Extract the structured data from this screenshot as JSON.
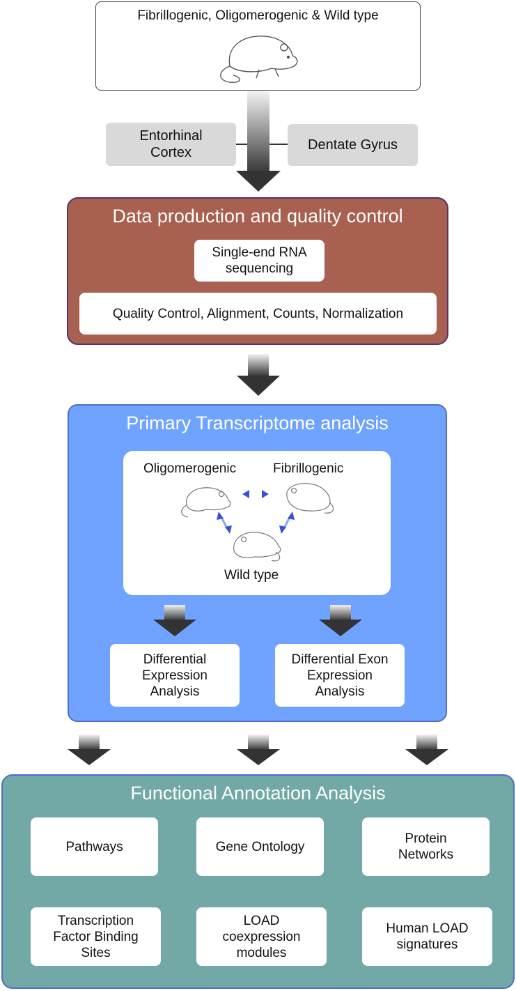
{
  "top": {
    "title": "Fibrillogenic, Oligomerogenic & Wild type"
  },
  "regions": {
    "left": "Entorhinal\nCortex",
    "right": "Dentate Gyrus"
  },
  "data_panel": {
    "title": "Data production and quality control",
    "rnaseq": "Single-end RNA\nsequencing",
    "qc": "Quality Control, Alignment, Counts, Normalization"
  },
  "primary_panel": {
    "title": "Primary Transcriptome analysis",
    "oligo": "Oligomerogenic",
    "fibril": "Fibrillogenic",
    "wild": "Wild type",
    "dea": "Differential\nExpression\nAnalysis",
    "deea": "Differential Exon\nExpression\nAnalysis"
  },
  "functional_panel": {
    "title": "Functional Annotation Analysis",
    "pathways": "Pathways",
    "go": "Gene Ontology",
    "protein": "Protein\nNetworks",
    "tfbs": "Transcription\nFactor Binding\nSites",
    "load_modules": "LOAD\ncoexpression\nmodules",
    "human_load": "Human LOAD\nsignatures"
  },
  "colors": {
    "data_panel": "#a86050",
    "primary_panel": "#6fa3ff",
    "functional_panel": "#72a8a6",
    "region_box": "#d9d9d9"
  }
}
